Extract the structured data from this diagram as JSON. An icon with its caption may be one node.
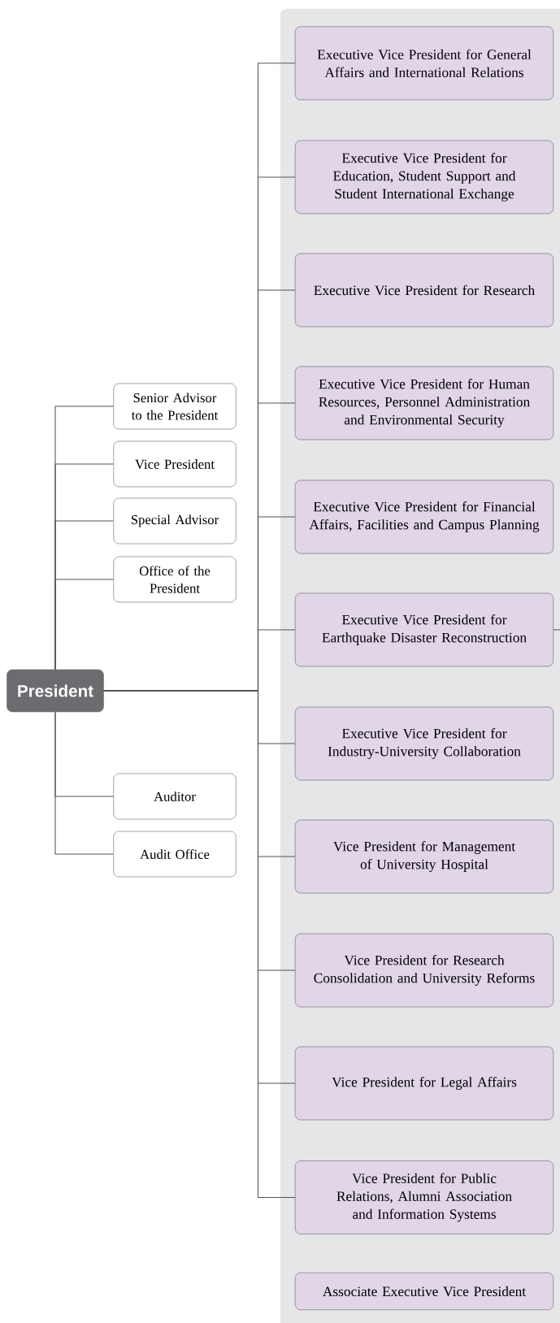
{
  "diagram": {
    "nodes": [
      {
        "text": [
          "President"
        ]
      },
      {
        "text": [
          "Senior Advisor to the President"
        ]
      },
      {
        "text": [
          "Vice President"
        ]
      },
      {
        "text": [
          "Special Advisor"
        ]
      },
      {
        "text": [
          "Office of the President"
        ]
      },
      {
        "text": [
          "Auditor"
        ]
      },
      {
        "text": [
          "Audit Office"
        ]
      },
      {
        "text": [],
        "shape": "box"
      },
      {
        "text": [
          "Executive Vice President for General Affairs and International Relations"
        ],
        "in": 7
      },
      {
        "text": [
          "Executive Vice President for Education, Student Support and Student International Exchange"
        ],
        "in": 7
      },
      {
        "text": [
          "Executive Vice President for Research"
        ],
        "in": 7
      },
      {
        "text": [
          "Executive Vice President for Human Resources, Personnel Administration and Environmental Security"
        ],
        "in": 7
      },
      {
        "text": [
          "Executive Vice President for Financial Affairs, Facilities and Campus Planning"
        ],
        "in": 7
      },
      {
        "text": [
          "Executive Vice President for Earthquake Disaster Reconstruction"
        ],
        "in": 7
      },
      {
        "text": [
          "Executive Vice President for Industry-University Collaboration"
        ],
        "in": 7
      },
      {
        "text": [
          "Vice President for Management of University Hospital"
        ],
        "in": 7
      },
      {
        "text": [
          "Vice President for Research Consolidation and University Reforms"
        ],
        "in": 7
      },
      {
        "text": [
          "Vice President for Legal Affairs"
        ],
        "in": 7
      },
      {
        "text": [
          "Vice President for Public Relations, Alumni Association and Information Systems"
        ],
        "in": 7
      },
      {
        "text": [
          "Associate Executive Vice President"
        ],
        "in": 7
      }
    ],
    "edges": [
      {
        "from": 0,
        "to": 1,
        "arrow": "none"
      },
      {
        "from": 0,
        "to": 2,
        "arrow": "none"
      },
      {
        "from": 0,
        "to": 3,
        "arrow": "none"
      },
      {
        "from": 0,
        "to": 4,
        "arrow": "none"
      },
      {
        "from": 0,
        "to": 5,
        "arrow": "none"
      },
      {
        "from": 0,
        "to": 6,
        "arrow": "none"
      },
      {
        "from": 0,
        "to": 8,
        "arrow": "none"
      },
      {
        "from": 0,
        "to": 9,
        "arrow": "none"
      },
      {
        "from": 0,
        "to": 10,
        "arrow": "none"
      },
      {
        "from": 0,
        "to": 11,
        "arrow": "none"
      },
      {
        "from": 0,
        "to": 12,
        "arrow": "none"
      },
      {
        "from": 0,
        "to": 13,
        "arrow": "none"
      },
      {
        "from": 0,
        "to": 14,
        "arrow": "none"
      },
      {
        "from": 0,
        "to": 15,
        "arrow": "none"
      },
      {
        "from": 0,
        "to": 16,
        "arrow": "none"
      },
      {
        "from": 0,
        "to": 17,
        "arrow": "none"
      },
      {
        "from": 0,
        "to": 18,
        "arrow": "none"
      },
      {
        "from": 13,
        "to": null,
        "arrow": "none"
      }
    ]
  }
}
